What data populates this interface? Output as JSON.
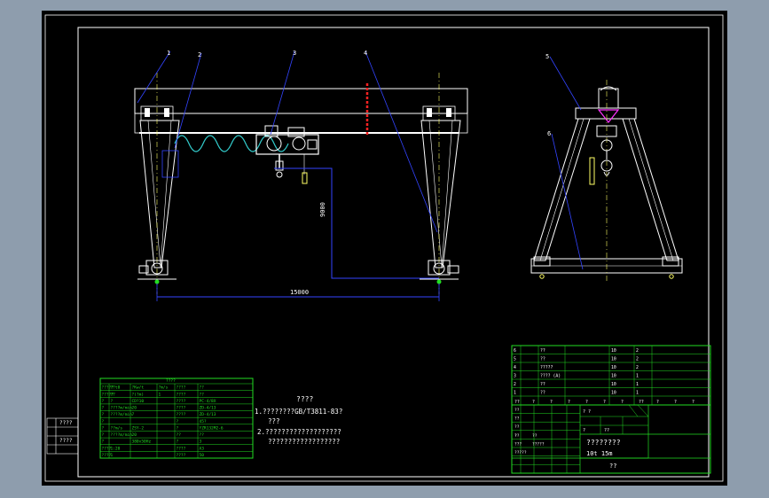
{
  "drawing": {
    "colors": {
      "background": "#000000",
      "window_frame": "#8e9dad",
      "line_white": "#ffffff",
      "line_green": "#22dd22",
      "line_blue": "#3344ff",
      "line_cyan": "#33cccc",
      "line_red": "#ff2222",
      "line_yellow": "#ffff66",
      "line_magenta": "#ff33ff"
    },
    "callouts_front": [
      "1",
      "2",
      "3",
      "4"
    ],
    "callouts_side": [
      "5",
      "6"
    ],
    "dim_height": "9000",
    "dim_span": "15000",
    "side_labels": [
      "????",
      "????"
    ]
  },
  "param_table": {
    "title": "????",
    "rows": [
      [
        "?????",
        "??t0",
        "?Kw/t",
        "?m/s",
        "????",
        "??"
      ],
      [
        "?????",
        "??",
        "?(?m)",
        "1",
        "????",
        "??"
      ],
      [
        "?",
        "?",
        "CD?10",
        "",
        "????",
        "PC-4/8X"
      ],
      [
        "?",
        "????m/min",
        "20",
        "",
        "????",
        "ZD-4/13"
      ],
      [
        "?",
        "????m/min",
        "7",
        "",
        "????",
        "ZD-4/13"
      ],
      [
        "?",
        "",
        "",
        "",
        "?",
        "45?"
      ],
      [
        "?",
        "??m/s",
        "ZSY-2",
        "",
        "?",
        "YZR132M2-6"
      ],
      [
        "?",
        "????m/min",
        "20",
        "",
        "??",
        "??"
      ],
      [
        "?",
        "",
        "380v50Hz",
        "",
        "?",
        "3"
      ],
      [
        "????",
        "1:20",
        "",
        "",
        "????",
        "A3"
      ],
      [
        "????",
        "1",
        "",
        "",
        "????",
        "50"
      ]
    ]
  },
  "notes": {
    "title": "????",
    "lines": [
      "1.????????GB/T3811-83?",
      "???",
      "2.???????????????????",
      "??????????????????"
    ]
  },
  "parts_list": {
    "rows": [
      [
        "6",
        "",
        "??",
        "",
        "10",
        "2",
        ""
      ],
      [
        "5",
        "",
        "??",
        "",
        "10",
        "2",
        ""
      ],
      [
        "4",
        "",
        "?????",
        "",
        "10",
        "2",
        ""
      ],
      [
        "3",
        "",
        "???? (A)",
        "",
        "10",
        "1",
        ""
      ],
      [
        "2",
        "",
        "??",
        "",
        "10",
        "1",
        ""
      ],
      [
        "1",
        "",
        "??",
        "",
        "10",
        "1",
        ""
      ]
    ],
    "header": [
      "??",
      "?",
      "?",
      "?",
      "?",
      "?",
      "?",
      "??",
      "?",
      "?",
      "?"
    ]
  },
  "title_block": {
    "name": "????????",
    "spec": "10t  15m",
    "sheet": "??",
    "sig_labels": [
      "?",
      "??",
      "???",
      "?????",
      "?????"
    ],
    "fields": [
      "??",
      "??",
      "??",
      "??"
    ],
    "scale_row": [
      "? ?",
      "?",
      "??"
    ]
  }
}
